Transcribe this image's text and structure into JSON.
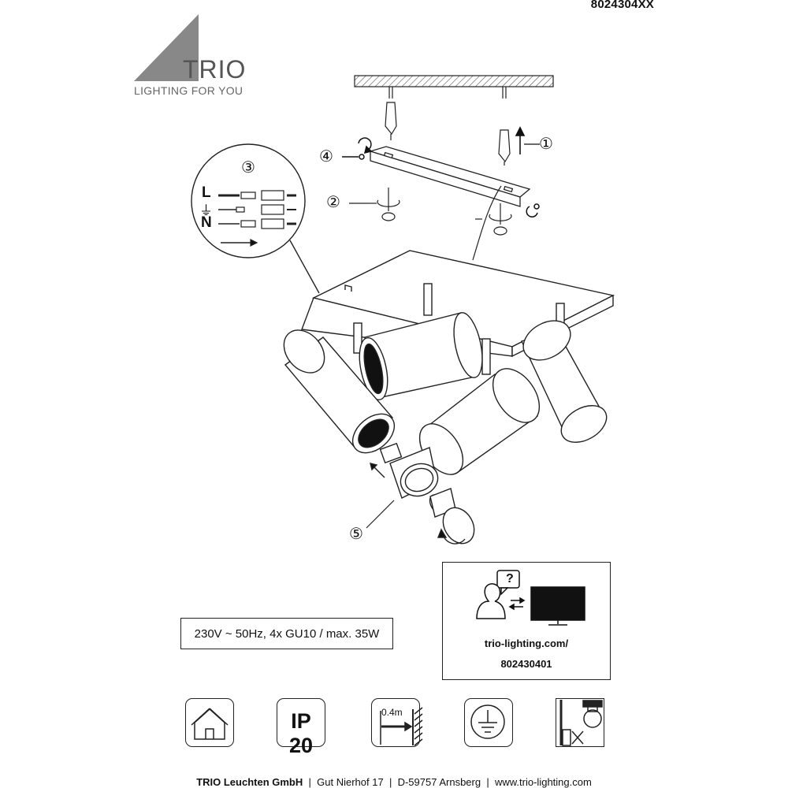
{
  "product_code": "8024304XX",
  "brand": {
    "name": "TRIO",
    "tagline": "LIGHTING FOR YOU"
  },
  "callouts": {
    "step1": "①",
    "step2": "②",
    "step3": "③",
    "step4": "④",
    "step5": "⑤"
  },
  "wiring": {
    "live": "L",
    "earth": "⏚",
    "neutral": "N"
  },
  "spec": "230V ~ 50Hz, 4x GU10 / max. 35W",
  "info": {
    "url": "trio-lighting.com/",
    "code": "802430401",
    "question_mark": "?"
  },
  "symbols": {
    "indoor_icon": "house-icon",
    "ip_rating": "IP 20",
    "distance": "0.4m",
    "earth_icon": "protective-earth-icon",
    "no_dimmer_icon": "no-dimmable-bulb-icon"
  },
  "footer": {
    "company": "TRIO Leuchten GmbH",
    "address": "Gut Nierhof 17",
    "city": "D-59757 Arnsberg",
    "website": "www.trio-lighting.com",
    "separator": "|"
  }
}
